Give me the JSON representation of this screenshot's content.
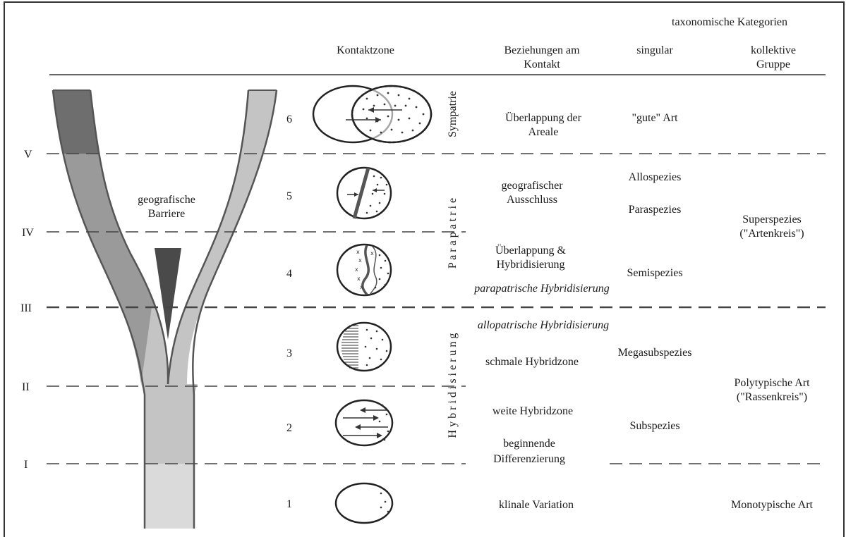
{
  "header": {
    "taxo_title": "taxonomische Kategorien",
    "col_contact": "Kontaktzone",
    "col_relation_1": "Beziehungen am",
    "col_relation_2": "Kontakt",
    "col_singular": "singular",
    "col_collective_1": "kollektive",
    "col_collective_2": "Gruppe"
  },
  "levels": [
    "V",
    "IV",
    "III",
    "II",
    "I"
  ],
  "stages": [
    "6",
    "5",
    "4",
    "3",
    "2",
    "1"
  ],
  "barrier": {
    "line1": "geografische",
    "line2": "Barriere"
  },
  "vertical_labels": {
    "sympatrie": "Sympatrie",
    "parapatrie": "P a r a p a t r i e",
    "hybridisierung": "H y b r i d i s i e r u n g"
  },
  "relations": {
    "r6_1": "Überlappung der",
    "r6_2": "Areale",
    "r5_1": "geografischer",
    "r5_2": "Ausschluss",
    "r4_1": "Überlappung &",
    "r4_2": "Hybridisierung",
    "r4_italic": "parapatrische Hybridisierung",
    "r3_italic": "allopatrische Hybridisierung",
    "r3": "schmale Hybridzone",
    "r2": "weite Hybridzone",
    "r2b_1": "beginnende",
    "r2b_2": "Differenzierung",
    "r1": "klinale Variation"
  },
  "singular": {
    "s6": "\"gute\" Art",
    "s5a": "Allospezies",
    "s5b": "Paraspezies",
    "s4": "Semispezies",
    "s3": "Megasubspezies",
    "s2": "Subspezies"
  },
  "collective": {
    "super_1": "Superspezies",
    "super_2": "(\"Artenkreis\")",
    "poly_1": "Polytypische Art",
    "poly_2": "(\"Rassenkreis\")",
    "mono": "Monotypische Art"
  },
  "colors": {
    "dark": "#6e6e6e",
    "mid": "#9a9a9a",
    "light": "#c4c4c4",
    "lightest": "#dadada",
    "outline": "#555555",
    "barrier": "#4a4a4a"
  }
}
